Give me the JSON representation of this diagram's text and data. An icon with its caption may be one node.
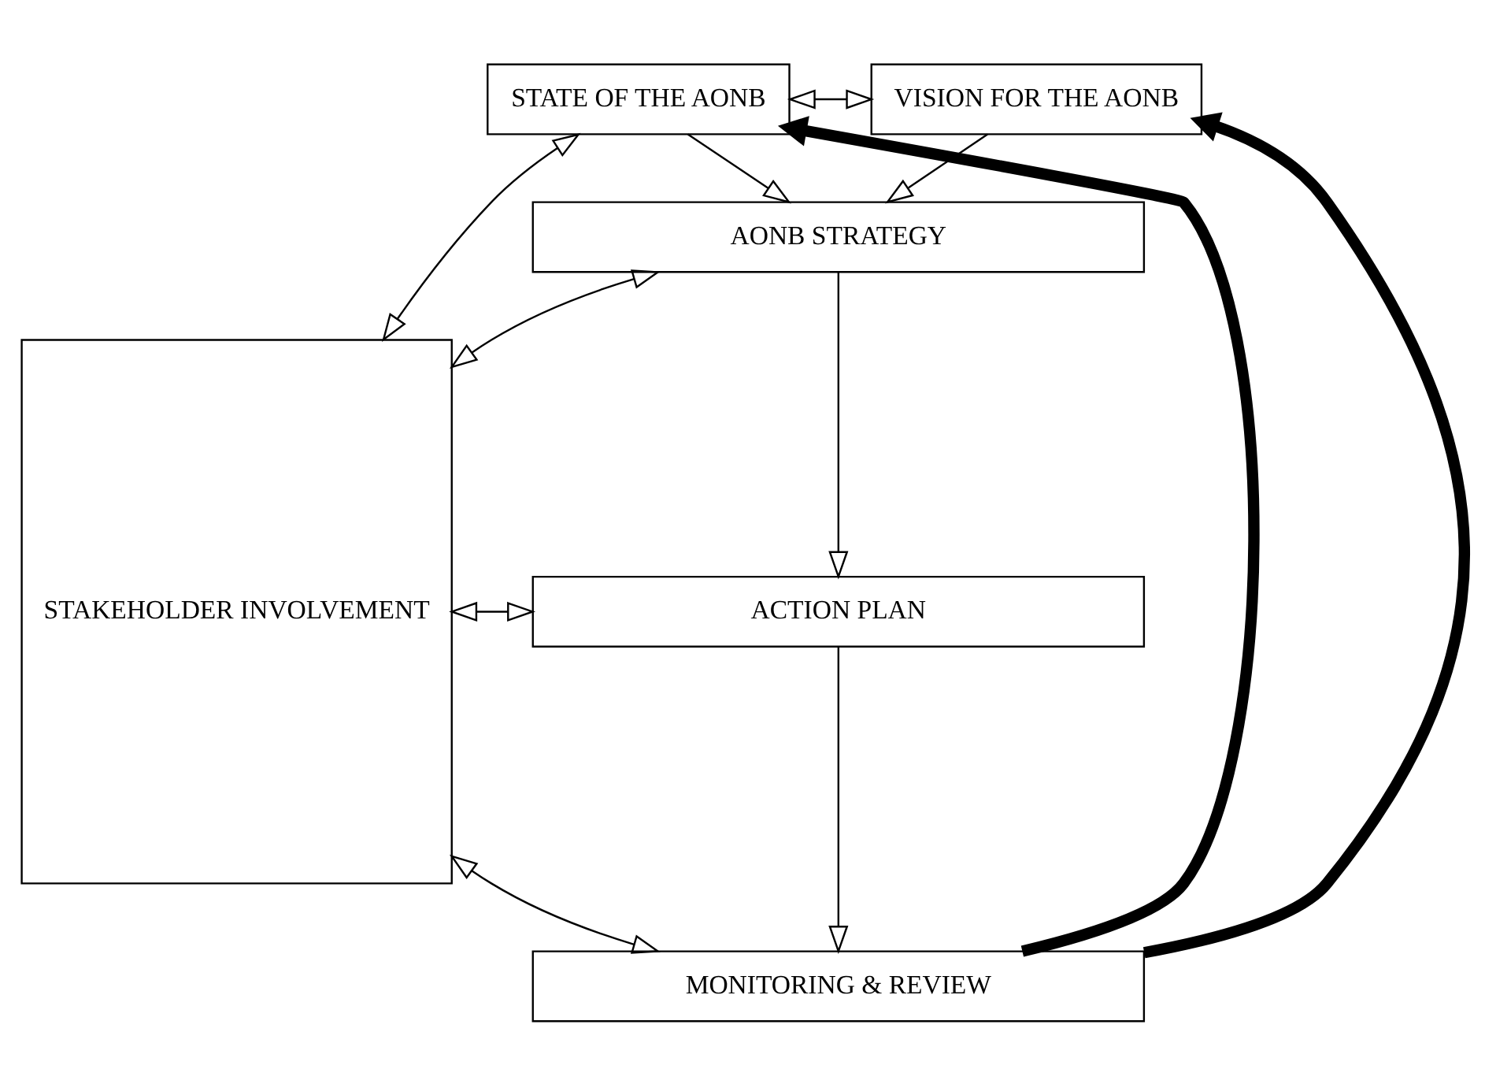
{
  "diagram": {
    "nodes": [
      {
        "text": [
          "STAKEHOLDER INVOLVEMENT"
        ]
      },
      {
        "text": [
          "STATE OF THE AONB"
        ]
      },
      {
        "text": [
          "VISION FOR THE AONB"
        ]
      },
      {
        "text": [
          "AONB STRATEGY"
        ]
      },
      {
        "text": [
          "ACTION PLAN"
        ]
      },
      {
        "text": [
          "MONITORING & REVIEW"
        ]
      }
    ],
    "edges": [
      {
        "from": 0,
        "to": 1,
        "arrow": "both"
      },
      {
        "from": 1,
        "to": 2,
        "arrow": "both"
      },
      {
        "from": 0,
        "to": 3,
        "arrow": "both"
      },
      {
        "from": 0,
        "to": 4,
        "arrow": "both"
      },
      {
        "from": 0,
        "to": 5,
        "arrow": "both"
      },
      {
        "from": 1,
        "to": 3,
        "arrow": "to"
      },
      {
        "from": 2,
        "to": 3,
        "arrow": "to"
      },
      {
        "from": 3,
        "to": 4,
        "arrow": "to"
      },
      {
        "from": 4,
        "to": 5,
        "arrow": "to"
      },
      {
        "from": 5,
        "to": 1,
        "arrow": "to",
        "style": "thick"
      },
      {
        "from": 5,
        "to": 2,
        "arrow": "to",
        "style": "thick"
      }
    ]
  }
}
